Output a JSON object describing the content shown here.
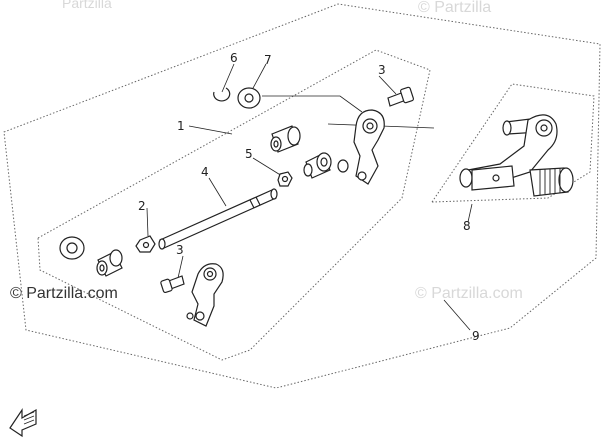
{
  "diagram": {
    "callouts": [
      {
        "id": "c1",
        "label": "1"
      },
      {
        "id": "c2",
        "label": "2"
      },
      {
        "id": "c3a",
        "label": "3"
      },
      {
        "id": "c3b",
        "label": "3"
      },
      {
        "id": "c4",
        "label": "4"
      },
      {
        "id": "c5",
        "label": "5"
      },
      {
        "id": "c6",
        "label": "6"
      },
      {
        "id": "c7",
        "label": "7"
      },
      {
        "id": "c8",
        "label": "8"
      },
      {
        "id": "c9",
        "label": "9"
      }
    ]
  },
  "watermarks": {
    "main": "© Partzilla.com",
    "faint_right": "© Partzilla.com",
    "faint_top": "Partzilla",
    "faint_top_right": "© Partzilla"
  },
  "colors": {
    "line": "#222222",
    "watermark": "#d8d8d8"
  }
}
